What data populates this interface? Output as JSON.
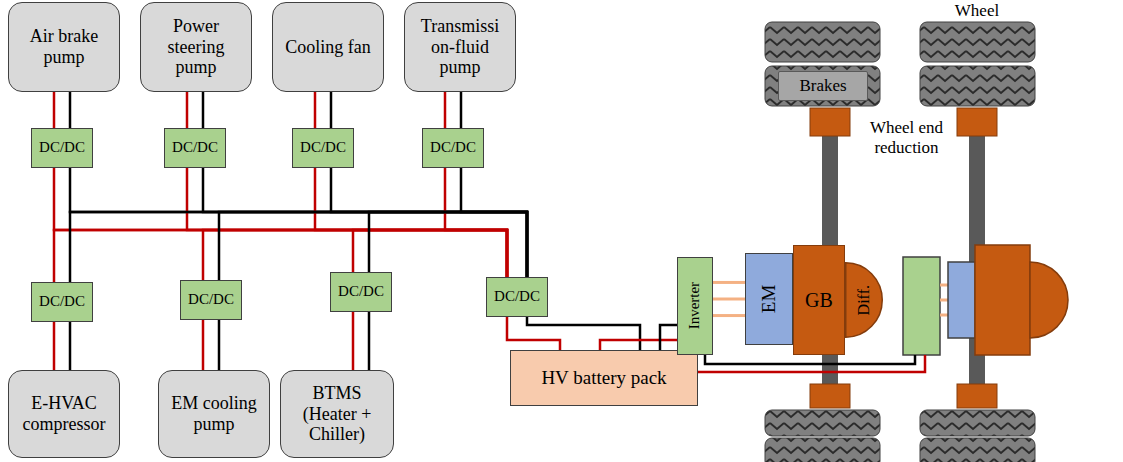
{
  "diagram": {
    "nodes": [
      {
        "text": [
          "Air brake pump"
        ]
      },
      {
        "text": [
          "Power steering pump"
        ]
      },
      {
        "text": [
          "Cooling fan"
        ]
      },
      {
        "text": [
          "Transmissi on-fluid pump"
        ]
      },
      {
        "text": [
          "DC/DC"
        ]
      },
      {
        "text": [
          "DC/DC"
        ]
      },
      {
        "text": [
          "DC/DC"
        ]
      },
      {
        "text": [
          "DC/DC"
        ]
      },
      {
        "text": [
          "DC/DC"
        ]
      },
      {
        "text": [
          "DC/DC"
        ]
      },
      {
        "text": [
          "DC/DC"
        ]
      },
      {
        "text": [
          "DC/DC"
        ]
      },
      {
        "text": [
          "E-HVAC compressor"
        ]
      },
      {
        "text": [
          "EM cooling pump"
        ]
      },
      {
        "text": [
          "BTMS (Heater + Chiller)"
        ]
      },
      {
        "text": [
          "HV battery pack"
        ]
      },
      {
        "text": [
          "Inverter"
        ]
      },
      {
        "text": [
          "EM"
        ]
      },
      {
        "text": [
          "GB"
        ]
      },
      {
        "text": [
          "Diff."
        ]
      },
      {
        "text": [
          "Brakes"
        ]
      }
    ],
    "edges": [
      {
        "from": 4,
        "to": 0,
        "arrow": "none"
      },
      {
        "from": 5,
        "to": 1,
        "arrow": "none"
      },
      {
        "from": 6,
        "to": 2,
        "arrow": "none"
      },
      {
        "from": 7,
        "to": 3,
        "arrow": "none"
      },
      {
        "from": 8,
        "to": 12,
        "arrow": "none"
      },
      {
        "from": 9,
        "to": 13,
        "arrow": "none"
      },
      {
        "from": 10,
        "to": 14,
        "arrow": "none"
      },
      {
        "from": 4,
        "to": 11,
        "arrow": "none"
      },
      {
        "from": 5,
        "to": 11,
        "arrow": "none"
      },
      {
        "from": 6,
        "to": 11,
        "arrow": "none"
      },
      {
        "from": 7,
        "to": 11,
        "arrow": "none"
      },
      {
        "from": 8,
        "to": 11,
        "arrow": "none"
      },
      {
        "from": 9,
        "to": 11,
        "arrow": "none"
      },
      {
        "from": 10,
        "to": 11,
        "arrow": "none"
      },
      {
        "from": 11,
        "to": 15,
        "arrow": "none"
      },
      {
        "from": 15,
        "to": 16,
        "arrow": "none"
      },
      {
        "from": 16,
        "to": 17,
        "arrow": "none"
      }
    ],
    "labels": [
      "Wheel",
      "Wheel end reduction"
    ]
  }
}
